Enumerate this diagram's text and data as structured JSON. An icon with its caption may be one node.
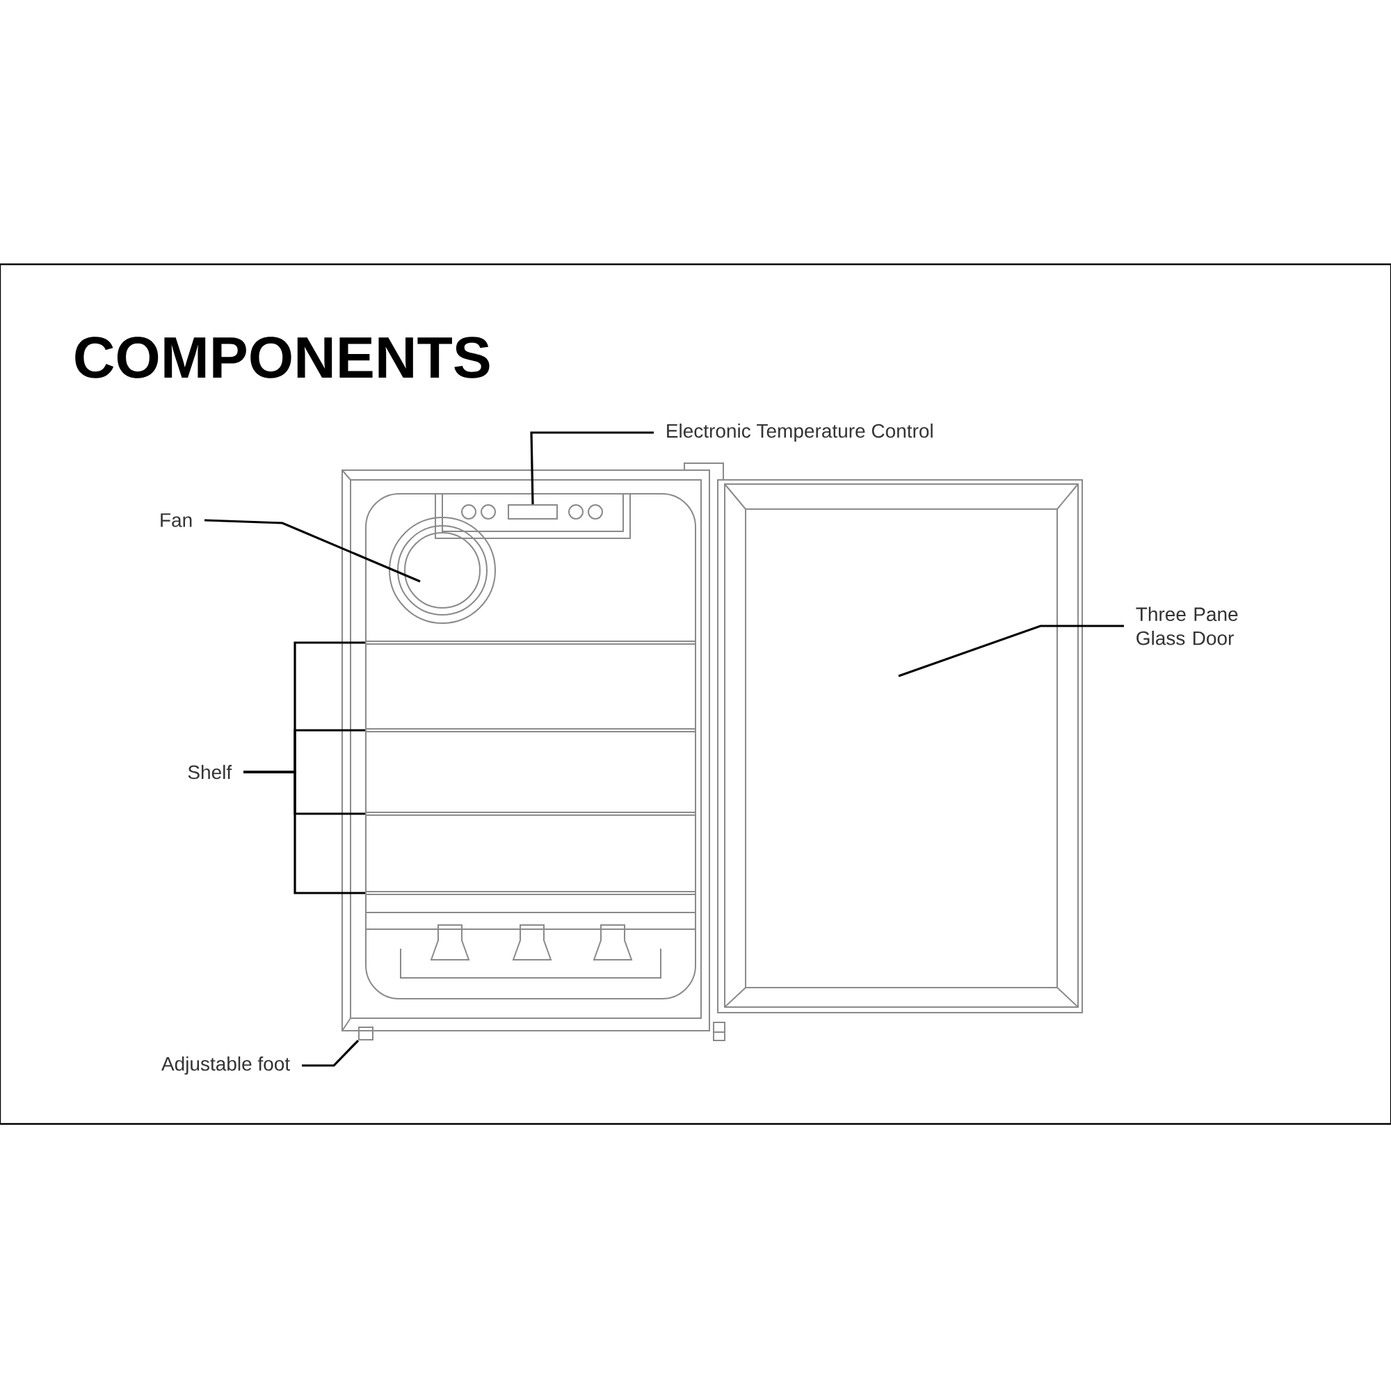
{
  "diagram": {
    "title": "COMPONENTS",
    "nodes": [
      {
        "text": [
          "Fan"
        ]
      },
      {
        "text": [
          "Electronic Temperature Control"
        ]
      },
      {
        "text": [
          "Three Pane Glass Door"
        ]
      },
      {
        "text": [
          "Shelf"
        ]
      },
      {
        "text": [
          "Adjustable foot"
        ]
      },
      {
        "text": [],
        "shape": "box"
      },
      {
        "text": [],
        "shape": "circle"
      },
      {
        "text": [],
        "shape": "bar"
      },
      {
        "text": [],
        "shape": "bar"
      },
      {
        "text": [],
        "shape": "bar"
      },
      {
        "text": [],
        "shape": "bar"
      },
      {
        "text": [],
        "shape": "box"
      },
      {
        "text": [],
        "shape": "box"
      }
    ],
    "edges": [
      {
        "from": 0,
        "to": 6,
        "arrow": "none"
      },
      {
        "from": 1,
        "to": 5,
        "arrow": "none"
      },
      {
        "from": 2,
        "to": 11,
        "arrow": "none"
      },
      {
        "from": 3,
        "to": 7,
        "arrow": "none"
      },
      {
        "from": 3,
        "to": 8,
        "arrow": "none"
      },
      {
        "from": 3,
        "to": 9,
        "arrow": "none"
      },
      {
        "from": 3,
        "to": 10,
        "arrow": "none"
      },
      {
        "from": 4,
        "to": 12,
        "arrow": "none"
      }
    ]
  }
}
